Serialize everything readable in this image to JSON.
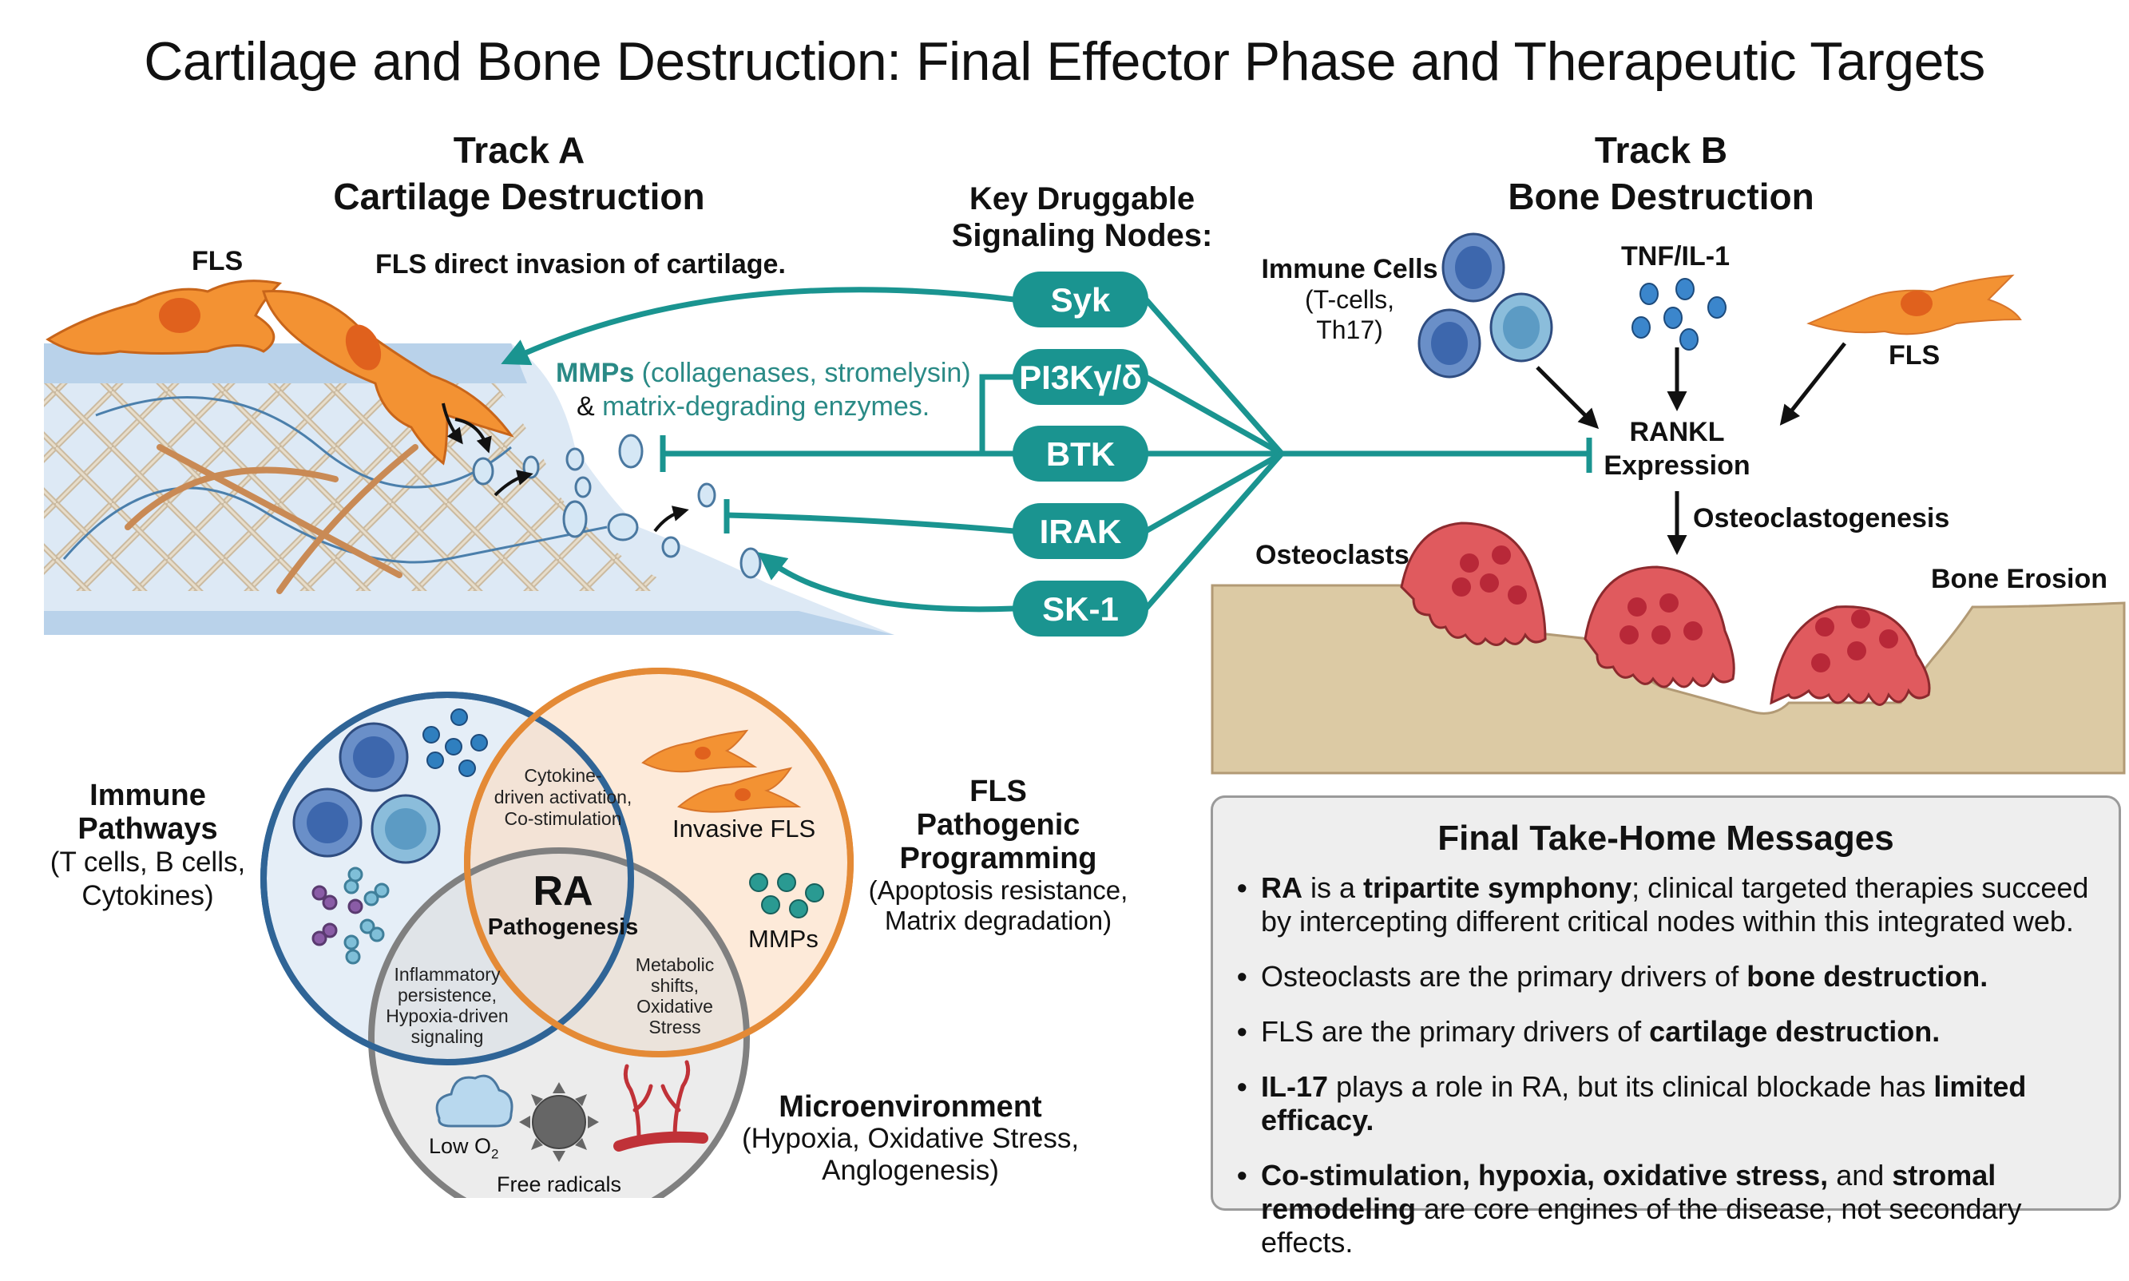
{
  "title": "Cartilage and Bone Destruction: Final Effector Phase and Therapeutic Targets",
  "track_a": {
    "title": "Track A",
    "subtitle": "Cartilage Destruction",
    "fls_label": "FLS",
    "invasion_label": "FLS direct invasion of cartilage.",
    "mmps_bold": "MMPs",
    "mmps_rest": " (collagenases, stromelysin)",
    "mmps_line2_amp": "& ",
    "mmps_line2": "matrix-degrading enzymes."
  },
  "nodes": {
    "heading_line1": "Key Druggable",
    "heading_line2": "Signaling Nodes:",
    "items": [
      "Syk",
      "PI3Kγ/δ",
      "BTK",
      "IRAK",
      "SK-1"
    ]
  },
  "track_b": {
    "title": "Track B",
    "subtitle": "Bone Destruction",
    "immune_label": "Immune Cells",
    "immune_sub1": "(T-cells,",
    "immune_sub2": "Th17)",
    "cytokine_label": "TNF/IL-1",
    "fls_label": "FLS",
    "rankl_line1": "RANKL",
    "rankl_line2": "Expression",
    "osteoclastogenesis": "Osteoclastogenesis",
    "osteoclasts": "Osteoclasts",
    "bone_erosion": "Bone Erosion"
  },
  "venn": {
    "immune": {
      "title1": "Immune",
      "title2": "Pathways",
      "sub1": "(T cells, B cells,",
      "sub2": "Cytokines)"
    },
    "fls": {
      "title1": "FLS",
      "title2": "Pathogenic",
      "title3": "Programming",
      "sub1": "(Apoptosis resistance,",
      "sub2": "Matrix degradation)"
    },
    "micro": {
      "title": "Microenvironment",
      "sub1": "(Hypoxia, Oxidative Stress,",
      "sub2": "Anglogenesis)"
    },
    "center_big": "RA",
    "center_small": "Pathogenesis",
    "overlap_top": [
      "Cytokine-",
      "driven activation,",
      "Co-stimulation"
    ],
    "overlap_left": [
      "Inflammatory",
      "persistence,",
      "Hypoxia-driven",
      "signaling"
    ],
    "overlap_right": [
      "Metabolic",
      "shifts,",
      "Oxidative",
      "Stress"
    ],
    "invasive_fls": "Invasive FLS",
    "mmps": "MMPs",
    "low_o2": "Low O",
    "low_o2_sub": "2",
    "free_radicals": "Free radicals"
  },
  "takeaways": {
    "heading": "Final Take-Home Messages",
    "items": [
      [
        {
          "b": "RA"
        },
        {
          "t": " is a "
        },
        {
          "b": "tripartite symphony"
        },
        {
          "t": "; clinical targeted therapies succeed by intercepting different critical nodes within this integrated web."
        }
      ],
      [
        {
          "t": "Osteoclasts are the primary drivers of "
        },
        {
          "b": "bone destruction."
        }
      ],
      [
        {
          "t": "FLS are the primary drivers of "
        },
        {
          "b": "cartilage destruction."
        }
      ],
      [
        {
          "b": "IL-17"
        },
        {
          "t": " plays a role in RA, but its clinical blockade has "
        },
        {
          "b": "limited efficacy."
        }
      ],
      [
        {
          "b": "Co-stimulation, hypoxia, oxidative stress,"
        },
        {
          "t": " and "
        },
        {
          "b": "stromal remodeling"
        },
        {
          "t": " are core engines of the disease, not secondary effects."
        }
      ]
    ]
  },
  "colors": {
    "teal": "#1a9490",
    "fls_orange": "#f0922e",
    "immune_blue": "#2f6496",
    "fls_ring": "#e48a36",
    "micro_ring": "#808080",
    "osteoclast": "#e05a5e",
    "bone": "#dccaa4"
  }
}
